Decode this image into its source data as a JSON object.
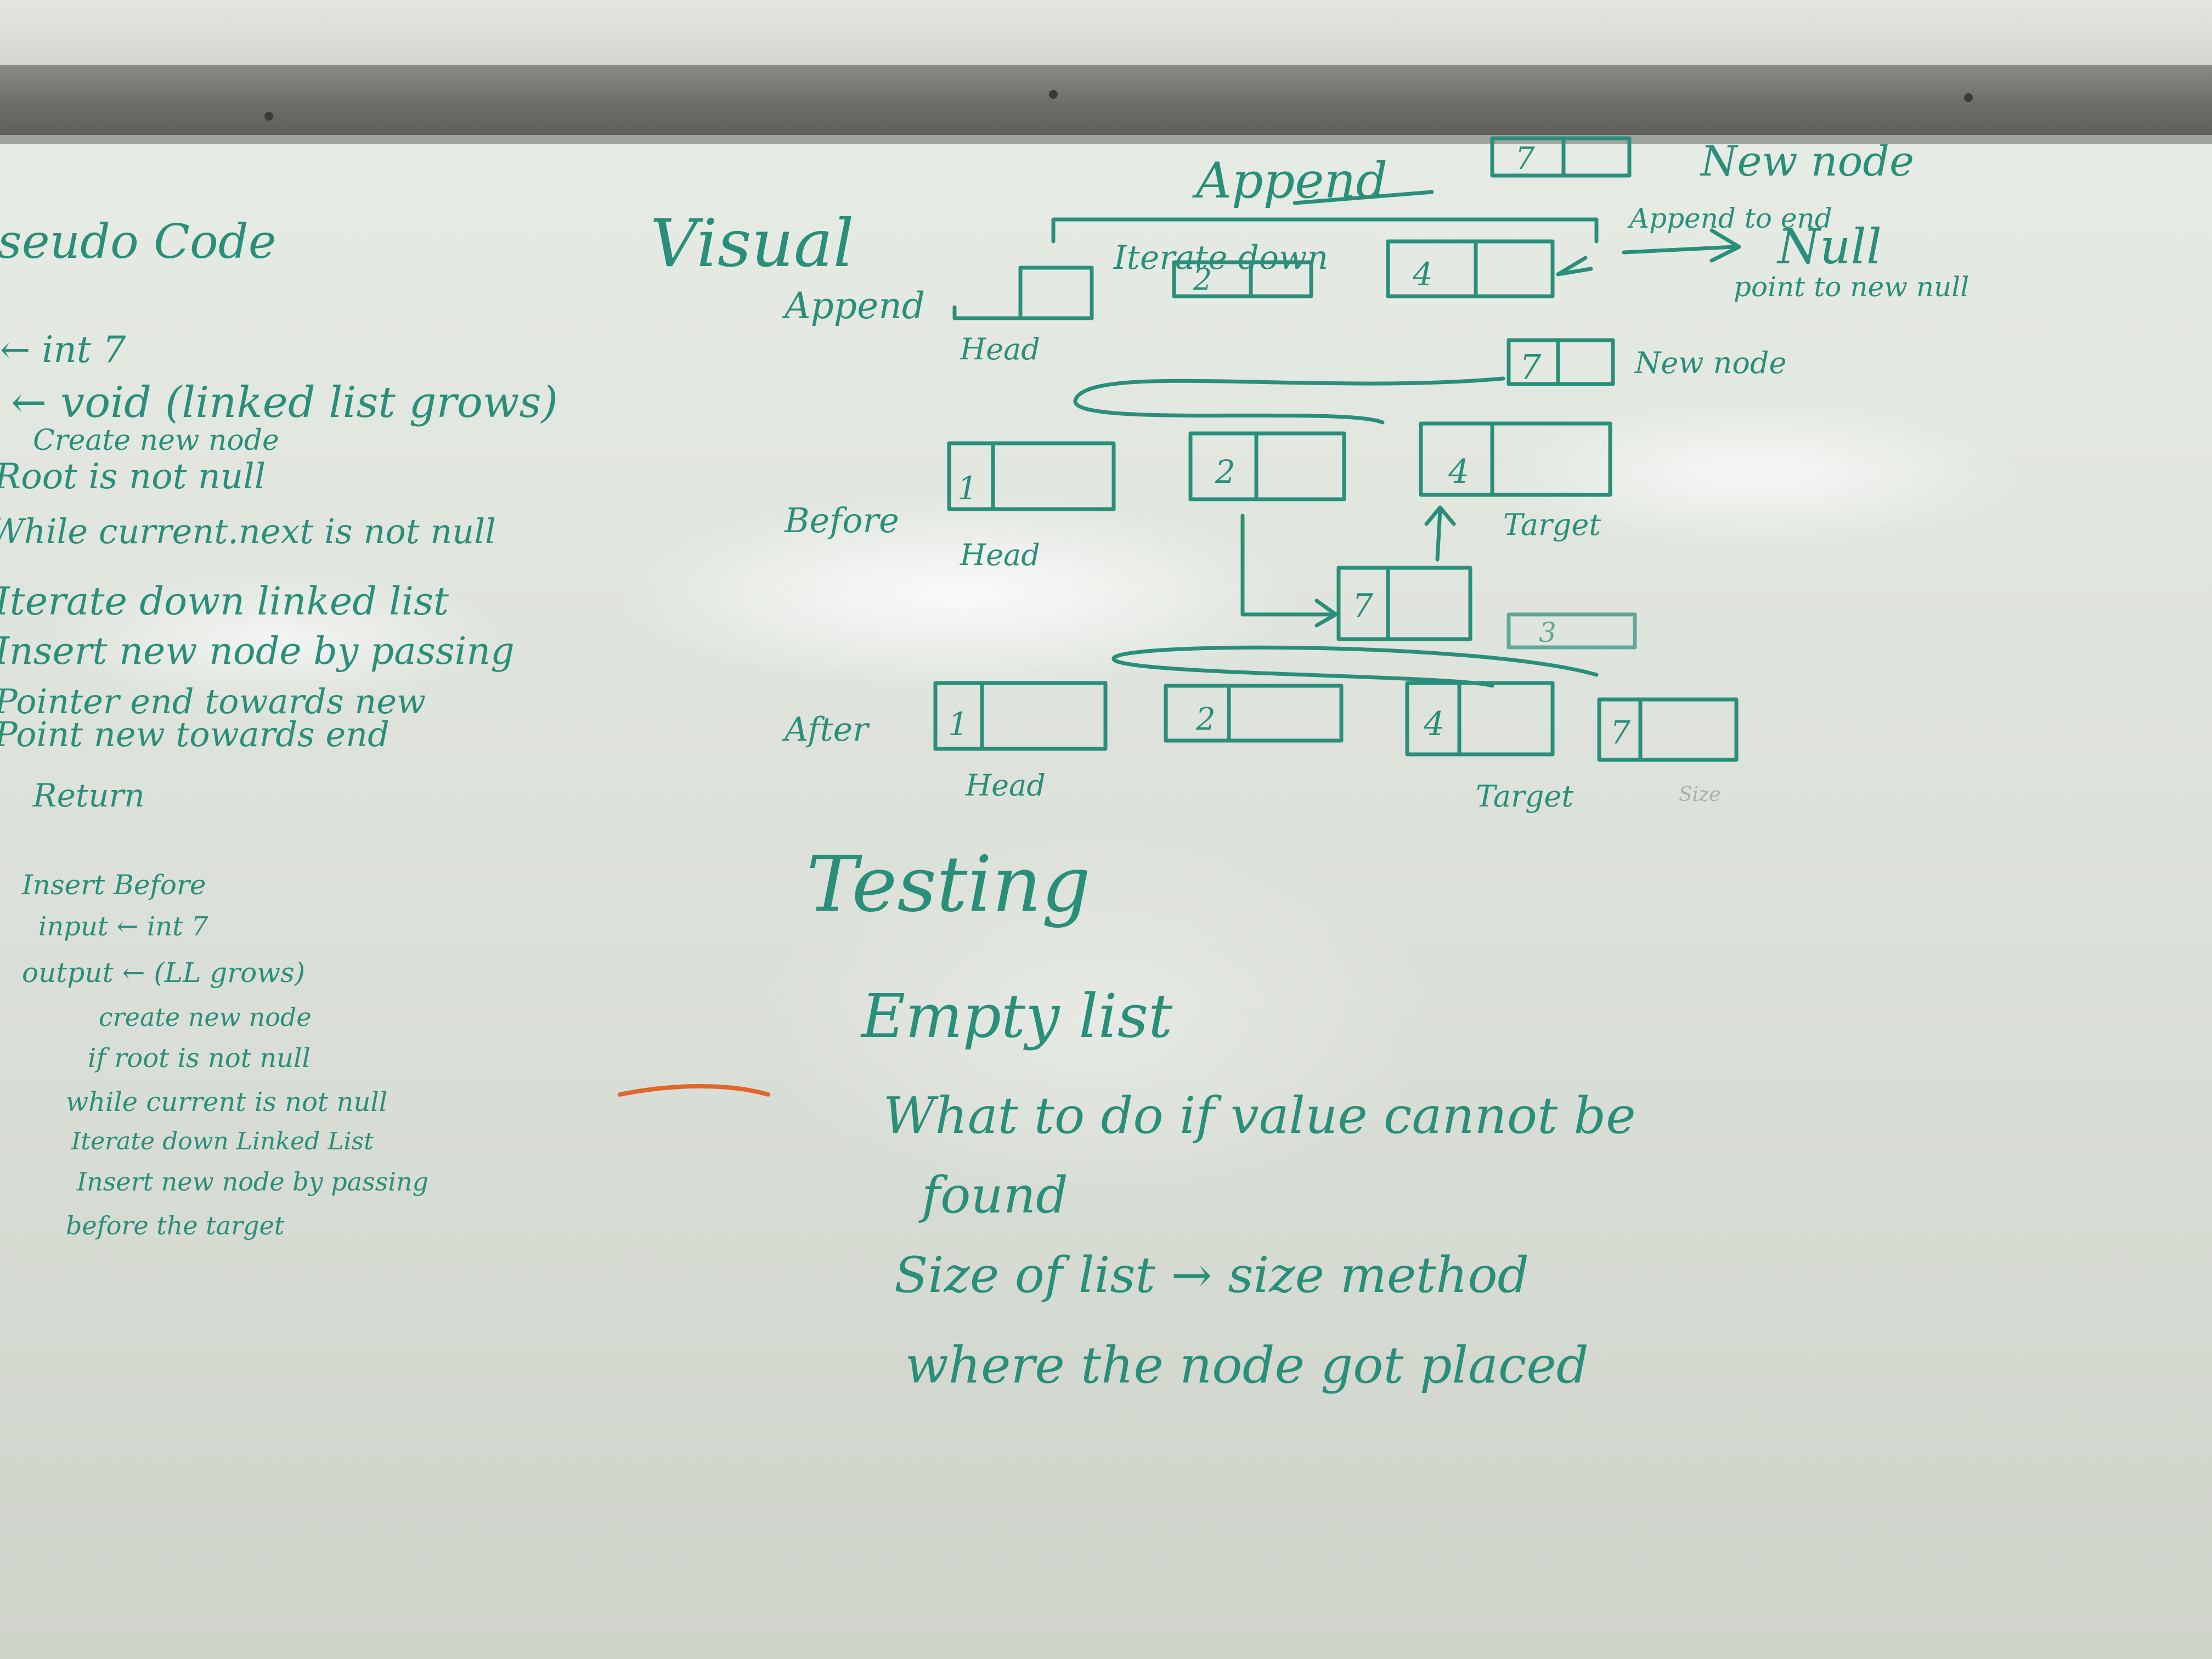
{
  "left_column": {
    "title": "Pseudo Code",
    "lines": [
      "← int 7",
      "← void (linked list grows)",
      "Create new node",
      "Root is not null",
      "While current.next is not null",
      "Iterate down linked list",
      "Insert new node by passing",
      "Pointer end towards new",
      "Point new towards end",
      "Return"
    ],
    "insert_before": {
      "heading": "Insert Before",
      "lines": [
        "input ← int 7",
        "output ← (LL grows)",
        "create new node",
        "if root is not null",
        "while current is not null",
        "Iterate down Linked List",
        "Insert new node by passing",
        "before the target"
      ]
    }
  },
  "visual": {
    "title": "Visual",
    "append_label": "Append",
    "append_arrow_label": "Append",
    "iterate_label": "Iterate down",
    "new_node_label": "New node",
    "append_to_end_label": "Append to end",
    "null_label": "Null",
    "point_label": "point to new null",
    "head_label": "Head",
    "new_node_label_2": "New node",
    "before_label": "Before",
    "after_label": "After",
    "target_label": "Target",
    "size_label": "Size",
    "nodes": {
      "append_new": "7",
      "append_row": [
        "",
        "2",
        "4"
      ],
      "new_node": "7",
      "before_row": [
        "1",
        "2",
        "4"
      ],
      "inserted": "7",
      "faint": "3",
      "after_row": [
        "1",
        "2",
        "4",
        "7"
      ]
    }
  },
  "testing": {
    "title": "Testing",
    "items": [
      "Empty list",
      "What to do if value cannot be",
      "found",
      "Size of list → size method",
      "where the node got placed"
    ]
  },
  "colors": {
    "ink": "#2a8f7a",
    "orange_marker": "#e0662a",
    "rail": "#6f6f6b"
  }
}
